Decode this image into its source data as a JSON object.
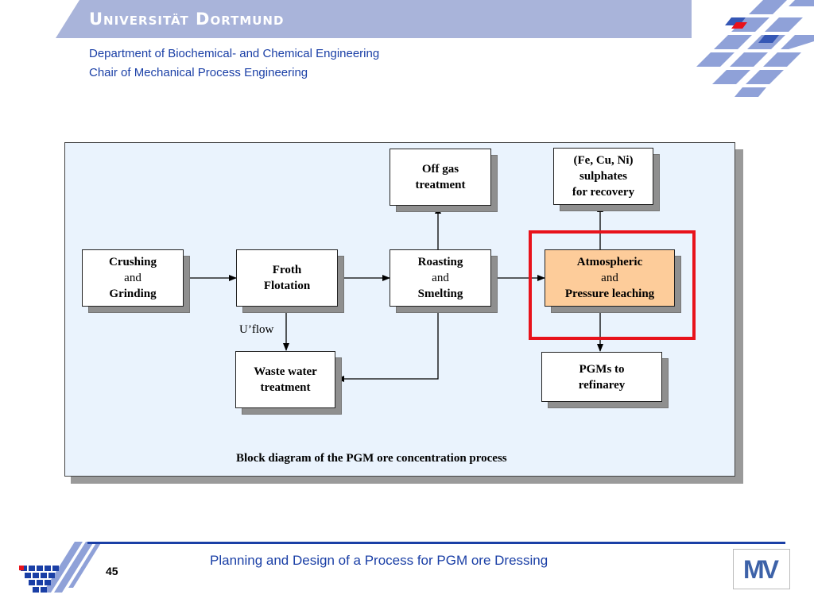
{
  "header": {
    "university": "Universität Dortmund",
    "department": "Department of Biochemical- and Chemical Engineering",
    "chair": "Chair of Mechanical Process Engineering"
  },
  "diagram": {
    "blocks": {
      "crushing": {
        "line1": "Crushing",
        "line2": "and",
        "line3": "Grinding"
      },
      "froth": {
        "line1": "Froth",
        "line2": "Flotation"
      },
      "roasting": {
        "line1": "Roasting",
        "line2": "and",
        "line3": "Smelting"
      },
      "leaching": {
        "line1": "Atmospheric",
        "line2": "and",
        "line3": "Pressure leaching"
      },
      "offgas": {
        "line1": "Off gas",
        "line2": "treatment"
      },
      "sulphates": {
        "line1": "(Fe, Cu, Ni)",
        "line2": "sulphates",
        "line3": "for recovery"
      },
      "wastewater": {
        "line1": "Waste water",
        "line2": "treatment"
      },
      "pgms": {
        "line1": "PGMs to",
        "line2": "refinarey"
      }
    },
    "uflow_label": "U’flow",
    "caption": "Block diagram of the PGM ore concentration process",
    "colors": {
      "highlight": "#e8121b",
      "leaching_fill": "#fdcc9a",
      "background": "#eaf3fd"
    }
  },
  "footer": {
    "title": "Planning and Design of a Process for PGM ore Dressing",
    "page_number": "45",
    "logo_text": "MV"
  }
}
